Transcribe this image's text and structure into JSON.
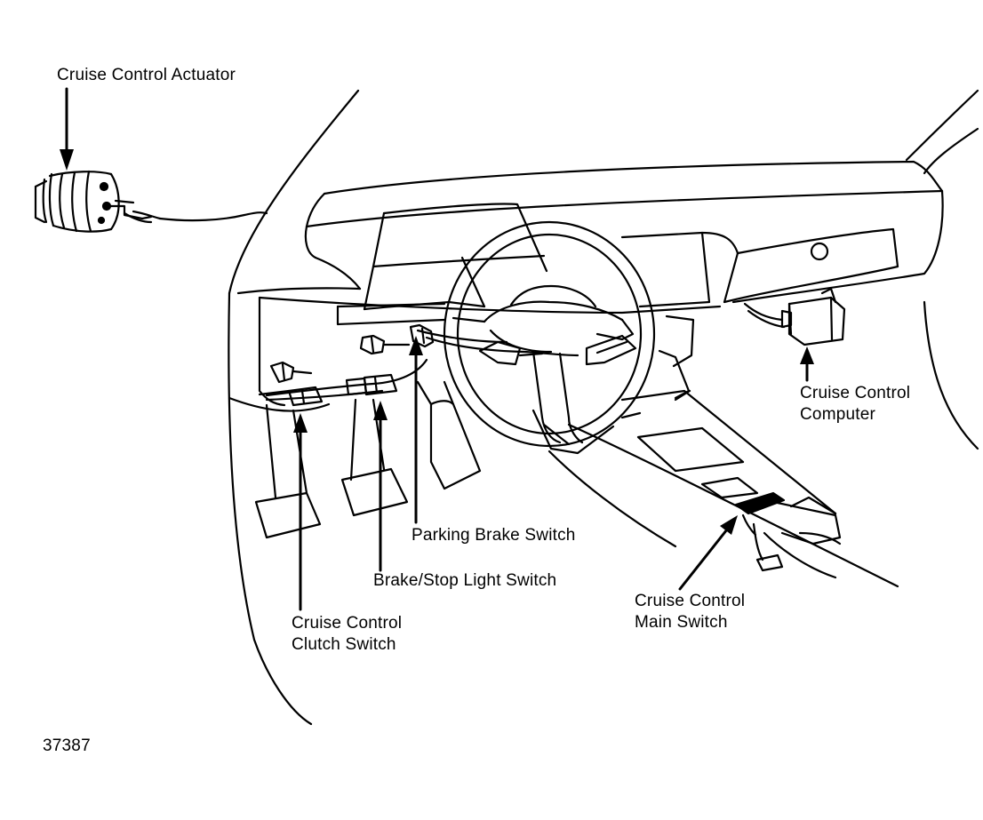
{
  "colors": {
    "ink": "#000000",
    "paper": "#ffffff"
  },
  "labels": {
    "actuator": "Cruise Control Actuator",
    "computer": [
      "Cruise Control",
      "Computer"
    ],
    "parking_brake": "Parking Brake Switch",
    "brake_stop": "Brake/Stop Light Switch",
    "clutch": [
      "Cruise Control",
      "Clutch Switch"
    ],
    "main_switch": [
      "Cruise Control",
      "Main Switch"
    ]
  },
  "figure_number": "37387"
}
